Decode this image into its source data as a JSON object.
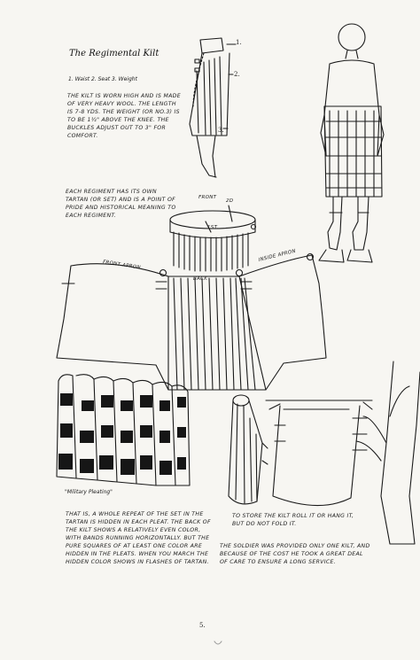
{
  "title": "The Regimental Kilt",
  "parts_legend": "1. Waist   2. Seat   3. Weight",
  "intro_paragraph": "The kilt is worn high and is made of very heavy wool. The length is 7-8 yds. The weight (or no.3) is to be 1½\" above the knee. The buckles adjust out to 3\" for comfort.",
  "callouts": {
    "one": "1.",
    "two": "2.",
    "three": "3."
  },
  "regiment_paragraph": "Each regiment has its own tartan (or set) and is a point of pride and historical meaning to each regiment.",
  "waist_labels": {
    "front": "Front",
    "second": "2d",
    "first": "1st."
  },
  "apron_labels": {
    "front_apron": "Front Apron",
    "inside_apron": "Inside Apron",
    "back": "Back"
  },
  "pleating_caption": "\"Military Pleating\"",
  "pleating_paragraph": "That is, a whole repeat of the set in the tartan is hidden in each pleat. The back of the kilt shows a relatively even color, with bands running horizontally. But the pure squares of at least one color are hidden in the pleats. When you march the hidden color shows in flashes of tartan.",
  "storage_caption": "To store the kilt roll it or hang it, but do not fold it.",
  "soldier_paragraph": "The soldier was provided only one kilt, and because of the cost he took a great deal of care to ensure a long service.",
  "page_number": "5."
}
